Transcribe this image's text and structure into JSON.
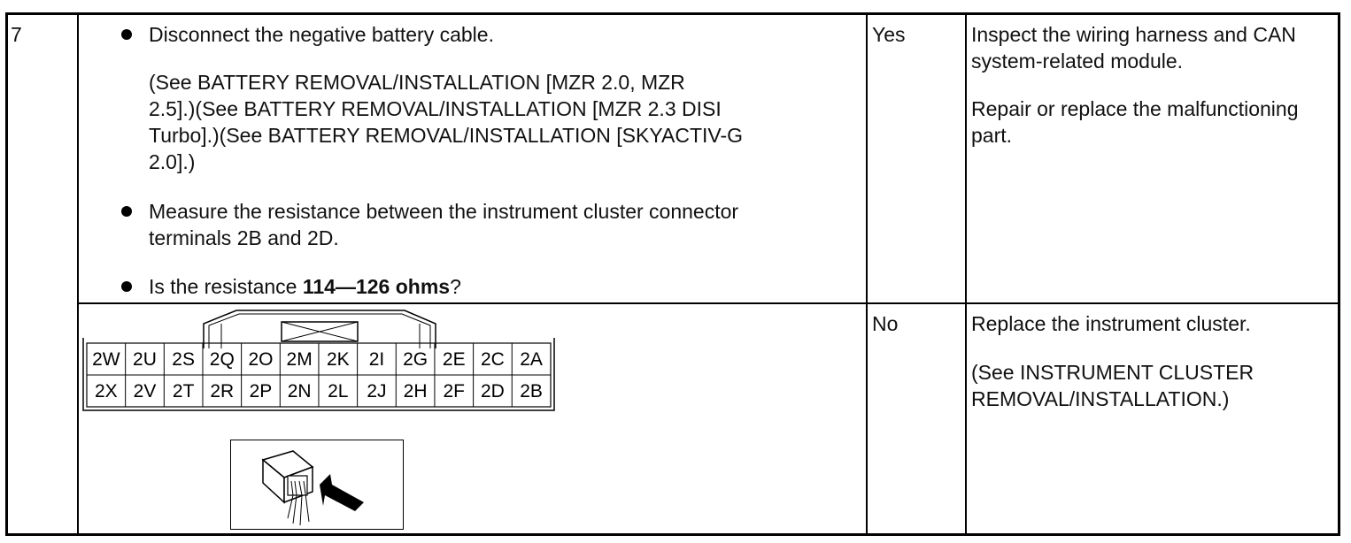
{
  "row": {
    "step": "7",
    "bullets": {
      "b1": "Disconnect the negative battery cable.",
      "ref": [
        "(See BATTERY REMOVAL/INSTALLATION [MZR 2.0, MZR",
        "2.5].)(See BATTERY REMOVAL/INSTALLATION [MZR 2.3 DISI",
        "Turbo].)(See BATTERY REMOVAL/INSTALLATION [SKYACTIV-G",
        "2.0].)"
      ],
      "b2": [
        "Measure the resistance between the instrument cluster connector",
        "terminals 2B and 2D."
      ],
      "b3_pre": "Is the resistance ",
      "b3_bold": "114—126 ohms",
      "b3_post": "?"
    },
    "yes": {
      "label": "Yes",
      "action": [
        "Inspect the wiring harness and CAN",
        "system-related module."
      ],
      "action2": [
        "Repair or replace the malfunctioning",
        "part."
      ]
    },
    "no": {
      "label": "No",
      "action": "Replace the instrument cluster.",
      "ref": [
        "(See INSTRUMENT CLUSTER",
        "REMOVAL/INSTALLATION.)"
      ]
    }
  },
  "connector": {
    "top_row": [
      "2W",
      "2U",
      "2S",
      "2Q",
      "2O",
      "2M",
      "2K",
      "2I",
      "2G",
      "2E",
      "2C",
      "2A"
    ],
    "bottom_row": [
      "2X",
      "2V",
      "2T",
      "2R",
      "2P",
      "2N",
      "2L",
      "2J",
      "2H",
      "2F",
      "2D",
      "2B"
    ]
  }
}
